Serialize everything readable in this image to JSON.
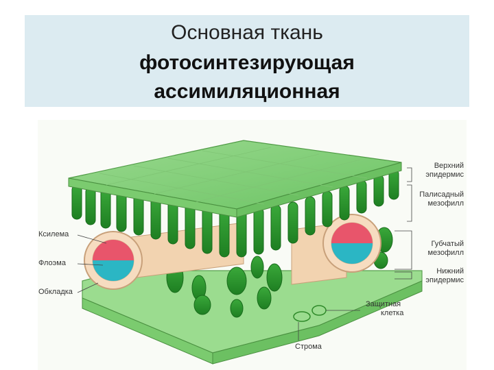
{
  "title": {
    "line1": "Основная ткань",
    "line2": "фотосинтезирующая",
    "line3": "ассимиляционная"
  },
  "labels": {
    "verhniy_epidermis": [
      "Верхний",
      "эпидермис"
    ],
    "palisadny_mezofill": [
      "Палисадный",
      "мезофилл"
    ],
    "gubchaty_mezofill": [
      "Губчатый",
      "мезофилл"
    ],
    "nizhniy_epidermis": [
      "Нижний",
      "эпидермис"
    ],
    "zashchitnaya_kletka": [
      "Защитная",
      "клетка"
    ],
    "stroma": "Строма",
    "ksilema": "Ксилема",
    "floema": "Флоэма",
    "obkladka": "Обкладка"
  },
  "colors": {
    "title_bg": "#dcebf1",
    "epidermis": "#8fd48a",
    "mesophyll": "#2f9a2a",
    "xylem": "#e8556b",
    "phloem": "#2bb6c4",
    "bundle_sheath": "#f6dcc0"
  }
}
